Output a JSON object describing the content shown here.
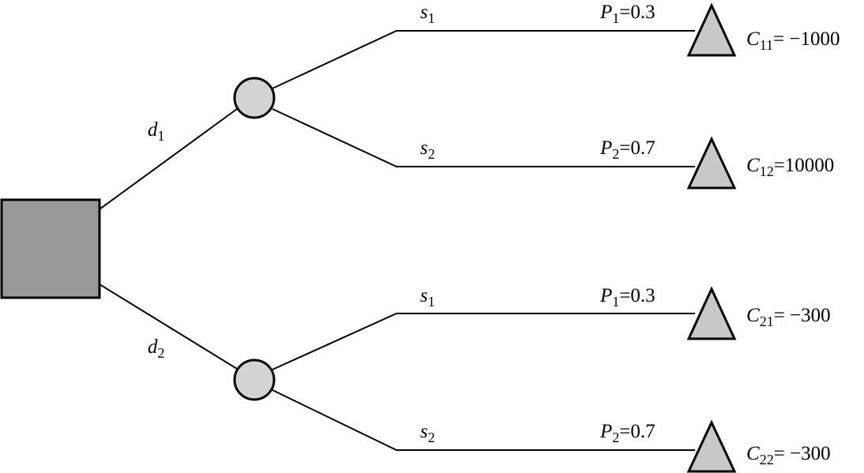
{
  "decisions": [
    {
      "var": "d",
      "sub": "1"
    },
    {
      "var": "d",
      "sub": "2"
    }
  ],
  "outcomes": [
    {
      "state": {
        "var": "s",
        "sub": "1"
      },
      "prob": {
        "var": "P",
        "sub": "1",
        "rest": "=0.3"
      },
      "cost": {
        "var": "C",
        "sub": "11",
        "rest": "= −1000"
      }
    },
    {
      "state": {
        "var": "s",
        "sub": "2"
      },
      "prob": {
        "var": "P",
        "sub": "2",
        "rest": "=0.7"
      },
      "cost": {
        "var": "C",
        "sub": "12",
        "rest": "=10000"
      }
    },
    {
      "state": {
        "var": "s",
        "sub": "1"
      },
      "prob": {
        "var": "P",
        "sub": "1",
        "rest": "=0.3"
      },
      "cost": {
        "var": "C",
        "sub": "21",
        "rest": "= −300"
      }
    },
    {
      "state": {
        "var": "s",
        "sub": "2"
      },
      "prob": {
        "var": "P",
        "sub": "2",
        "rest": "=0.7"
      },
      "cost": {
        "var": "C",
        "sub": "22",
        "rest": "= −300"
      }
    }
  ],
  "colors": {
    "decision_fill": "#999999",
    "chance_fill": "#d3d3d3",
    "terminal_fill": "#c8c8c8"
  }
}
